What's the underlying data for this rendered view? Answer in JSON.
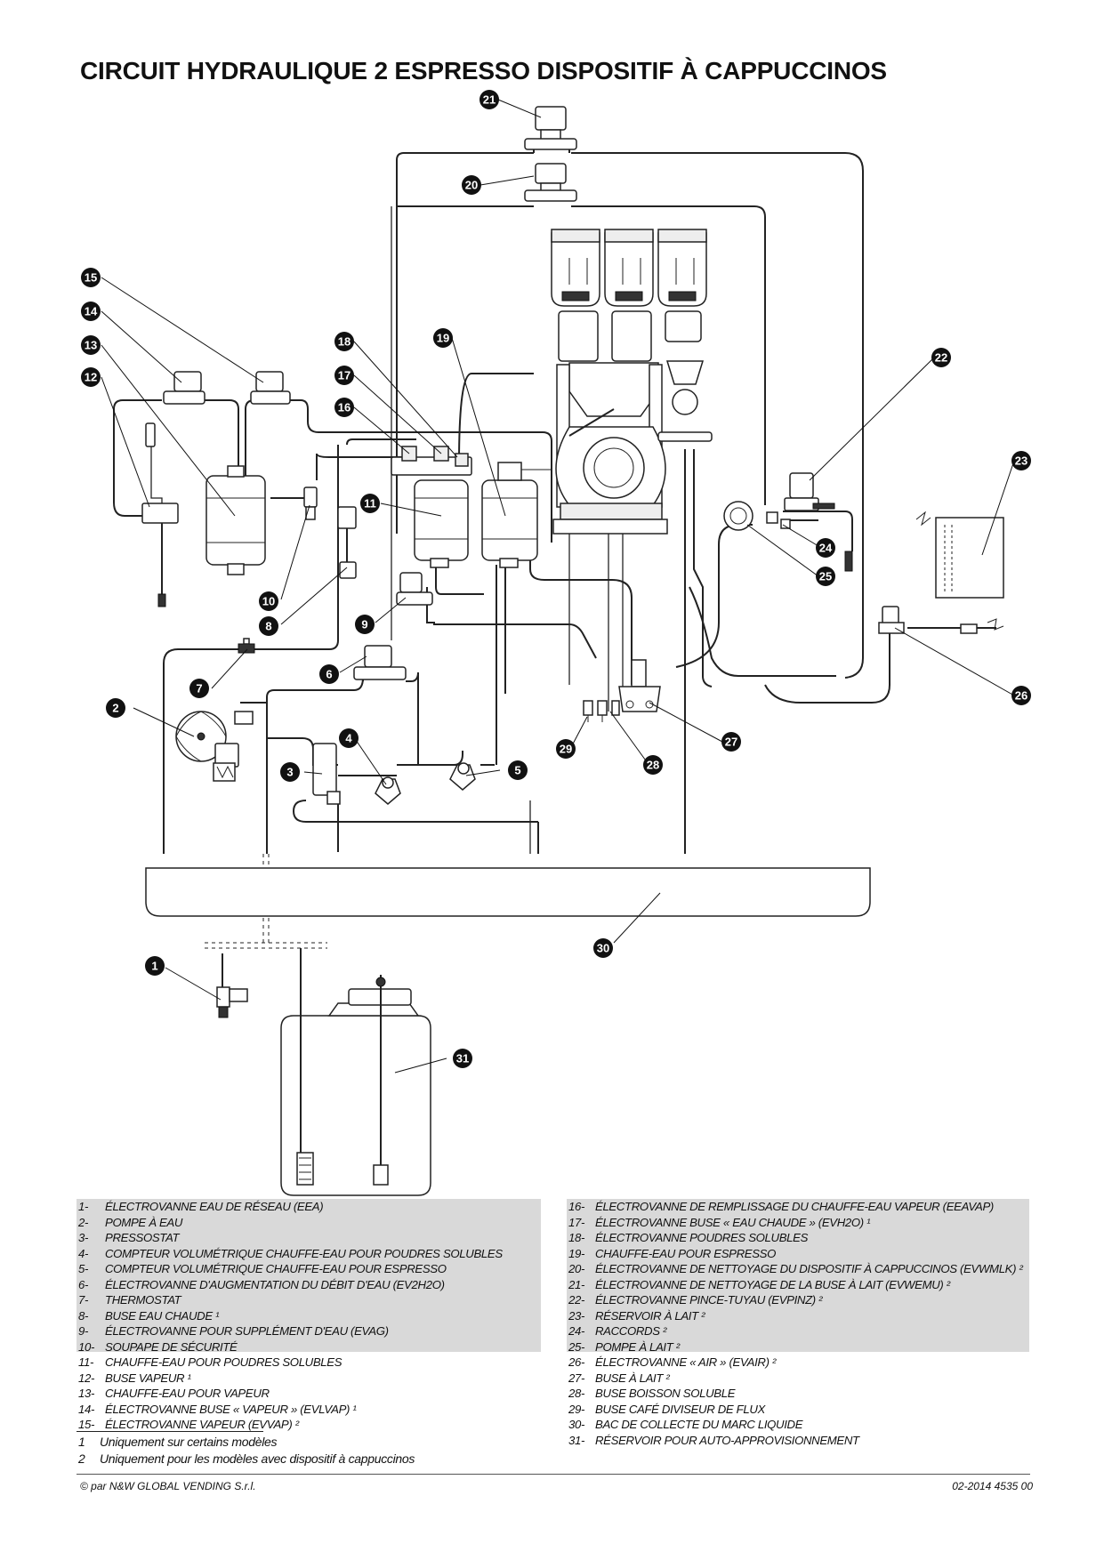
{
  "title": "CIRCUIT HYDRAULIQUE 2 ESPRESSO DISPOSITIF À CAPPUCCINOS",
  "callouts": [
    "1",
    "2",
    "3",
    "4",
    "5",
    "6",
    "7",
    "8",
    "9",
    "10",
    "11",
    "12",
    "13",
    "14",
    "15",
    "16",
    "17",
    "18",
    "19",
    "20",
    "21",
    "22",
    "23",
    "24",
    "25",
    "26",
    "27",
    "28",
    "29",
    "30",
    "31"
  ],
  "legend_left": [
    {
      "n": "1-",
      "t": "ÉLECTROVANNE EAU DE RÉSEAU (EEA)"
    },
    {
      "n": "2-",
      "t": "POMPE À EAU"
    },
    {
      "n": "3-",
      "t": "PRESSOSTAT"
    },
    {
      "n": "4-",
      "t": "COMPTEUR VOLUMÉTRIQUE CHAUFFE-EAU POUR POUDRES SOLUBLES"
    },
    {
      "n": "5-",
      "t": "COMPTEUR VOLUMÉTRIQUE CHAUFFE-EAU POUR ESPRESSO"
    },
    {
      "n": "6-",
      "t": "ÉLECTROVANNE D'AUGMENTATION DU DÉBIT D'EAU (EV2H2O)"
    },
    {
      "n": "7-",
      "t": "THERMOSTAT"
    },
    {
      "n": "8-",
      "t": "BUSE EAU CHAUDE ¹"
    },
    {
      "n": "9-",
      "t": "ÉLECTROVANNE POUR SUPPLÉMENT D'EAU (EVAG)"
    },
    {
      "n": "10-",
      "t": "SOUPAPE DE SÉCURITÉ"
    },
    {
      "n": "11-",
      "t": "CHAUFFE-EAU POUR POUDRES SOLUBLES"
    },
    {
      "n": "12-",
      "t": "BUSE VAPEUR ¹"
    },
    {
      "n": "13-",
      "t": "CHAUFFE-EAU POUR VAPEUR"
    },
    {
      "n": "14-",
      "t": "ÉLECTROVANNE BUSE « VAPEUR » (EVLVAP) ¹"
    },
    {
      "n": "15-",
      "t": "ÉLECTROVANNE VAPEUR (EVVAP) ²"
    }
  ],
  "legend_right": [
    {
      "n": "16-",
      "t": "ÉLECTROVANNE DE REMPLISSAGE DU CHAUFFE-EAU VAPEUR (EEAVAP)"
    },
    {
      "n": "17-",
      "t": "ÉLECTROVANNE BUSE « EAU CHAUDE » (EVH2O) ¹"
    },
    {
      "n": "18-",
      "t": "ÉLECTROVANNE POUDRES SOLUBLES"
    },
    {
      "n": "19-",
      "t": "CHAUFFE-EAU POUR ESPRESSO"
    },
    {
      "n": "20-",
      "t": "ÉLECTROVANNE DE NETTOYAGE DU DISPOSITIF À CAPPUCCINOS (EVWMLK) ²"
    },
    {
      "n": "21-",
      "t": "ÉLECTROVANNE DE NETTOYAGE DE LA BUSE À LAIT (EVWEMU) ²"
    },
    {
      "n": "22-",
      "t": "ÉLECTROVANNE PINCE-TUYAU (EVPINZ) ²"
    },
    {
      "n": "23-",
      "t": "RÉSERVOIR À LAIT ²"
    },
    {
      "n": "24-",
      "t": "RACCORDS ²"
    },
    {
      "n": "25-",
      "t": "POMPE À LAIT ²"
    },
    {
      "n": "26-",
      "t": "ÉLECTROVANNE « AIR » (EVAIR) ²"
    },
    {
      "n": "27-",
      "t": "BUSE À LAIT ²"
    },
    {
      "n": "28-",
      "t": "BUSE BOISSON SOLUBLE"
    },
    {
      "n": "29-",
      "t": "BUSE CAFÉ DIVISEUR DE FLUX"
    },
    {
      "n": "30-",
      "t": "BAC DE COLLECTE DU MARC LIQUIDE"
    },
    {
      "n": "31-",
      "t": "RÉSERVOIR POUR AUTO-APPROVISIONNEMENT"
    }
  ],
  "footnotes": [
    {
      "n": "1",
      "t": "Uniquement sur certains modèles"
    },
    {
      "n": "2",
      "t": "Uniquement pour les modèles avec dispositif à cappuccinos"
    }
  ],
  "footer": {
    "copyright": "© par N&W GLOBAL VENDING S.r.l.",
    "docref": "02-2014 4535 00"
  }
}
